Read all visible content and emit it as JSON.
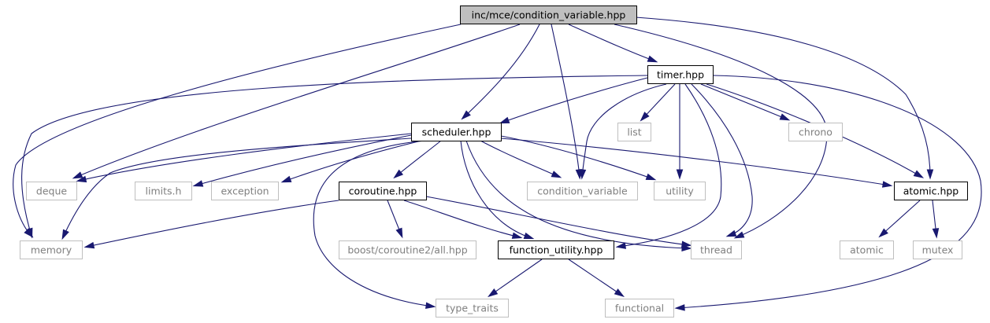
{
  "diagram": {
    "colors": {
      "edge": "#191970",
      "root_fill": "#bfbfbf",
      "project_border": "#000000",
      "external_border": "#bfbfbf",
      "external_text": "#7f7f7f"
    },
    "nodes": [
      {
        "id": "root",
        "label": "inc/mce/condition_variable.hpp",
        "kind": "root"
      },
      {
        "id": "timer",
        "label": "timer.hpp",
        "kind": "project"
      },
      {
        "id": "scheduler",
        "label": "scheduler.hpp",
        "kind": "project"
      },
      {
        "id": "list",
        "label": "list",
        "kind": "external"
      },
      {
        "id": "chrono",
        "label": "chrono",
        "kind": "external"
      },
      {
        "id": "deque",
        "label": "deque",
        "kind": "external"
      },
      {
        "id": "limits",
        "label": "limits.h",
        "kind": "external"
      },
      {
        "id": "exception",
        "label": "exception",
        "kind": "external"
      },
      {
        "id": "coroutine",
        "label": "coroutine.hpp",
        "kind": "project"
      },
      {
        "id": "condvar",
        "label": "condition_variable",
        "kind": "external"
      },
      {
        "id": "utility",
        "label": "utility",
        "kind": "external"
      },
      {
        "id": "atomic_hpp",
        "label": "atomic.hpp",
        "kind": "project"
      },
      {
        "id": "memory",
        "label": "memory",
        "kind": "external"
      },
      {
        "id": "boost",
        "label": "boost/coroutine2/all.hpp",
        "kind": "external"
      },
      {
        "id": "function_utility",
        "label": "function_utility.hpp",
        "kind": "project"
      },
      {
        "id": "thread",
        "label": "thread",
        "kind": "external"
      },
      {
        "id": "atomic",
        "label": "atomic",
        "kind": "external"
      },
      {
        "id": "mutex",
        "label": "mutex",
        "kind": "external"
      },
      {
        "id": "type_traits",
        "label": "type_traits",
        "kind": "external"
      },
      {
        "id": "functional",
        "label": "functional",
        "kind": "external"
      }
    ],
    "edges": [
      {
        "from": "root",
        "to": "memory"
      },
      {
        "from": "root",
        "to": "deque"
      },
      {
        "from": "root",
        "to": "scheduler"
      },
      {
        "from": "root",
        "to": "condvar"
      },
      {
        "from": "root",
        "to": "timer"
      },
      {
        "from": "root",
        "to": "thread"
      },
      {
        "from": "root",
        "to": "atomic_hpp"
      },
      {
        "from": "timer",
        "to": "memory"
      },
      {
        "from": "timer",
        "to": "scheduler"
      },
      {
        "from": "timer",
        "to": "condvar"
      },
      {
        "from": "timer",
        "to": "list"
      },
      {
        "from": "timer",
        "to": "utility"
      },
      {
        "from": "timer",
        "to": "chrono"
      },
      {
        "from": "timer",
        "to": "function_utility"
      },
      {
        "from": "timer",
        "to": "thread"
      },
      {
        "from": "timer",
        "to": "atomic_hpp"
      },
      {
        "from": "timer",
        "to": "functional"
      },
      {
        "from": "scheduler",
        "to": "deque"
      },
      {
        "from": "scheduler",
        "to": "limits"
      },
      {
        "from": "scheduler",
        "to": "exception"
      },
      {
        "from": "scheduler",
        "to": "memory"
      },
      {
        "from": "scheduler",
        "to": "coroutine"
      },
      {
        "from": "scheduler",
        "to": "condvar"
      },
      {
        "from": "scheduler",
        "to": "utility"
      },
      {
        "from": "scheduler",
        "to": "atomic_hpp"
      },
      {
        "from": "scheduler",
        "to": "type_traits"
      },
      {
        "from": "scheduler",
        "to": "function_utility"
      },
      {
        "from": "scheduler",
        "to": "thread"
      },
      {
        "from": "coroutine",
        "to": "memory"
      },
      {
        "from": "coroutine",
        "to": "boost"
      },
      {
        "from": "coroutine",
        "to": "function_utility"
      },
      {
        "from": "coroutine",
        "to": "thread"
      },
      {
        "from": "atomic_hpp",
        "to": "atomic"
      },
      {
        "from": "atomic_hpp",
        "to": "mutex"
      },
      {
        "from": "function_utility",
        "to": "type_traits"
      },
      {
        "from": "function_utility",
        "to": "functional"
      }
    ]
  }
}
